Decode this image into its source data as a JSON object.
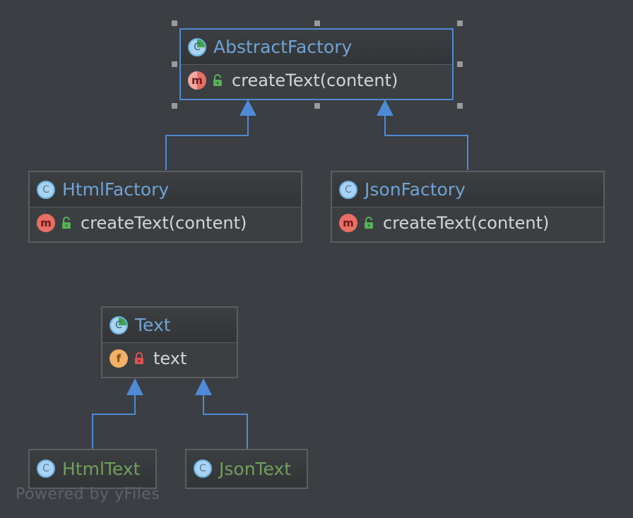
{
  "nodes": {
    "abstract_factory": {
      "name": "AbstractFactory",
      "members": [
        "createText(content)"
      ]
    },
    "html_factory": {
      "name": "HtmlFactory",
      "members": [
        "createText(content)"
      ]
    },
    "json_factory": {
      "name": "JsonFactory",
      "members": [
        "createText(content)"
      ]
    },
    "text": {
      "name": "Text",
      "members": [
        "text"
      ]
    },
    "html_text": {
      "name": "HtmlText"
    },
    "json_text": {
      "name": "JsonText"
    }
  },
  "icons": {
    "class_badge_letter": "C",
    "method_badge_letter": "m",
    "field_badge_letter": "f"
  },
  "colors": {
    "background": "#3b3e42",
    "selection": "#4f8ad6",
    "edge": "#4f8ad6",
    "title_blue": "#6fa3d6",
    "title_green": "#6fa05a"
  },
  "footer": "Powered by yFiles"
}
